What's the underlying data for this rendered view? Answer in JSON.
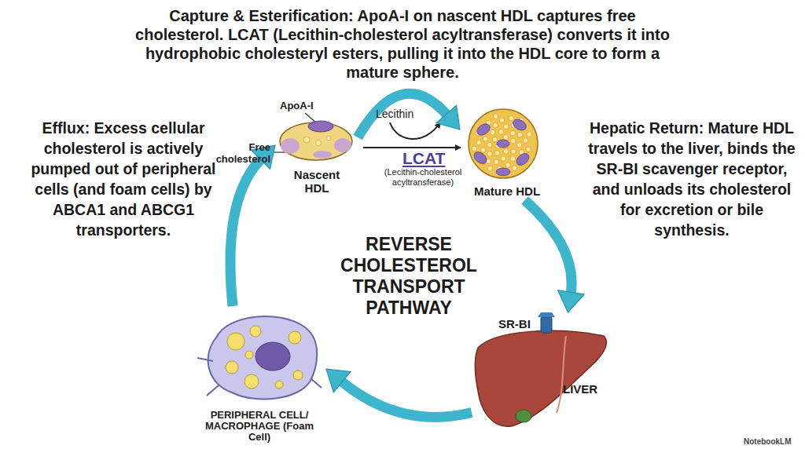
{
  "diagram": {
    "title": "REVERSE CHOLESTEROL TRANSPORT PATHWAY",
    "nodes": [
      {
        "text": [
          "Nascent HDL"
        ]
      },
      {
        "text": [
          "Mature HDL"
        ]
      },
      {
        "text": [
          "LIVER"
        ]
      },
      {
        "text": [
          "PERIPHERAL CELL/ MACROPHAGE (Foam Cell)"
        ]
      }
    ],
    "edges": [
      {
        "from": 0,
        "to": 1,
        "arrow": "to"
      },
      {
        "from": 1,
        "to": 2,
        "arrow": "to"
      },
      {
        "from": 2,
        "to": 3,
        "arrow": "to"
      },
      {
        "from": 3,
        "to": 0,
        "arrow": "to"
      }
    ],
    "labels": [
      "Capture & Esterification: ApoA-I on nascent HDL captures free cholesterol. LCAT (Lecithin-cholesterol acyltransferase) converts it into hydrophobic cholesteryl esters, pulling it into the HDL core to form a mature sphere.",
      "Lecithin",
      "LCAT",
      "(Lecithin-cholesterol acyltransferase)",
      "ApoA-I",
      "Free cholesterol",
      "Efflux: Excess cellular cholesterol is actively pumped out of peripheral cells (and foam cells) by ABCA1 and ABCG1 transporters.",
      "Hepatic Return: Mature HDL travels to the liver, binds the SR-BI scavenger receptor, and unloads its cholesterol for excretion or bile synthesis.",
      "SR-BI",
      "NotebookLM"
    ]
  }
}
